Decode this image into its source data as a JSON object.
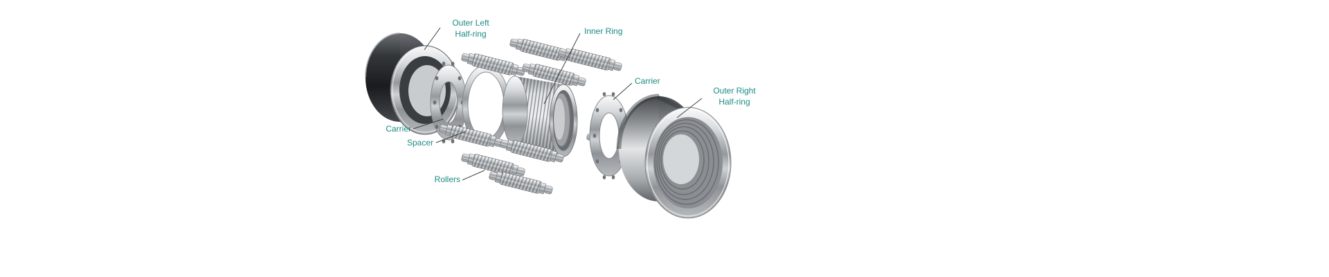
{
  "diagram": {
    "labels": {
      "outer_left_half_ring": "Outer Left\nHalf-ring",
      "carrier_left": "Carrier",
      "spacer": "Spacer",
      "rollers": "Rollers",
      "inner_ring": "Inner Ring",
      "carrier_right": "Carrier",
      "outer_right_half_ring": "Outer Right\nHalf-ring"
    },
    "colors": {
      "label_text": "#1b8a84",
      "leader_line": "#3f3f3f",
      "dark_ring": "#2a2d30",
      "metal_light": "#d7dadc"
    }
  }
}
